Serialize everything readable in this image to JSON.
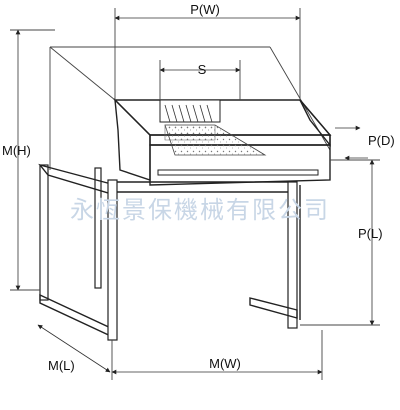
{
  "labels": {
    "pw": "P(W)",
    "s": "S",
    "mh": "M(H)",
    "pd": "P(D)",
    "pl": "P(L)",
    "ml": "M(L)",
    "mw": "M(W)"
  },
  "watermark": "永恆景保機械有限公司",
  "colors": {
    "stroke": "#222222",
    "machine_face": "#e2e2e2",
    "paper": "#f4f4f4",
    "watermark": "#c8d6e6"
  }
}
